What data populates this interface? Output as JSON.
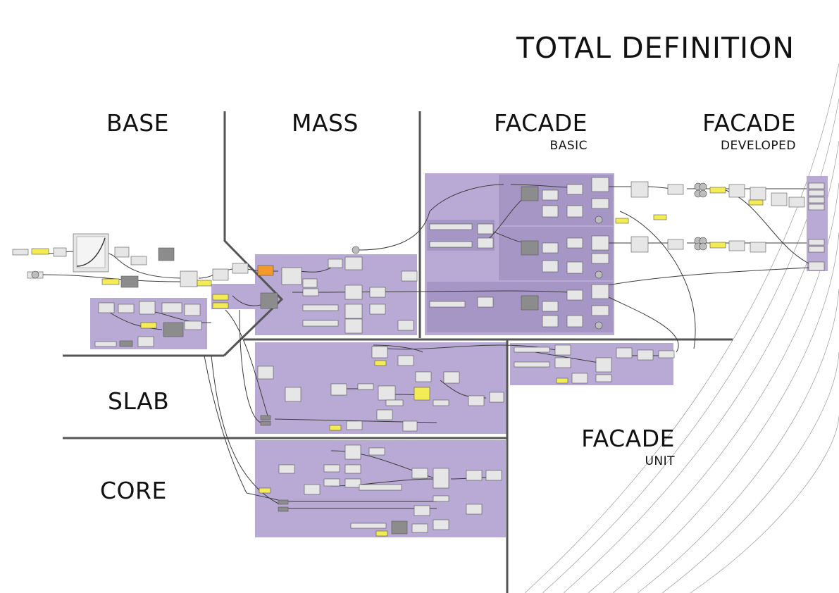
{
  "title": "TOTAL DEFINITION",
  "sections": {
    "base": "BASE",
    "mass": "MASS",
    "facade_basic": {
      "title": "FACADE",
      "subtitle": "BASIC"
    },
    "facade_developed": {
      "title": "FACADE",
      "subtitle": "DEVELOPED"
    },
    "slab": "SLAB",
    "facade_unit": {
      "title": "FACADE",
      "subtitle": "UNIT"
    },
    "core": "CORE"
  },
  "colors": {
    "group_fill": "#b8aad4",
    "group_fill_dark": "#a596c6",
    "component": "#e6e6e6",
    "component_dark": "#8c8c8c",
    "param_yellow": "#f3ec55",
    "param_orange": "#f39a2a",
    "wire": "#3c3c3c",
    "divider": "#555555"
  }
}
